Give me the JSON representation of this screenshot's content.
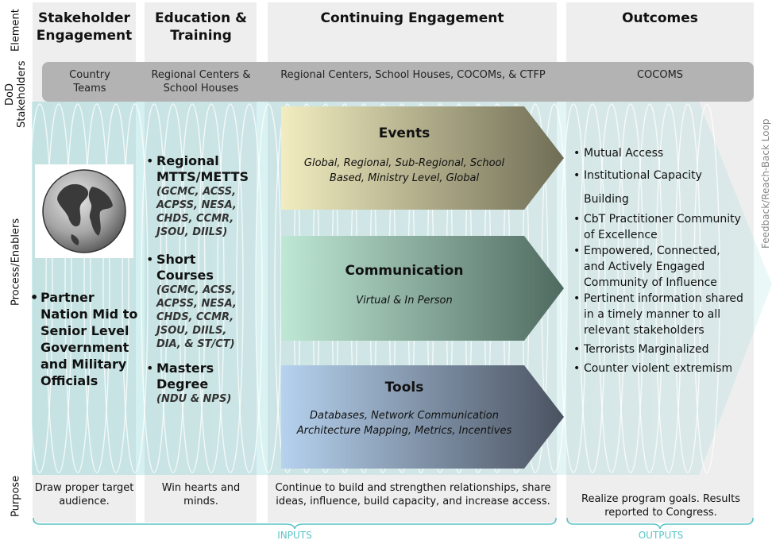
{
  "row_labels": {
    "element": "Element",
    "stakeholders": "DoD Stakeholders",
    "process": "Process/Enablers",
    "purpose": "Purpose"
  },
  "columns": {
    "stakeholder_engagement": "Stakeholder Engagement",
    "education_training": "Education & Training",
    "continuing_engagement": "Continuing Engagement",
    "outcomes": "Outcomes"
  },
  "stakeholders": {
    "col1": "Country Teams",
    "col2": "Regional Centers & School Houses",
    "col3": "Regional Centers, School Houses, COCOMs, & CTFP",
    "col4": "COCOMS"
  },
  "globe_icon": "globe-icon",
  "partner_bullet": "Partner Nation Mid to Senior Level Government and Military Officials",
  "education": [
    {
      "title": "Regional MTTS/METTS",
      "sub": "(GCMC, ACSS, ACPSS, NESA, CHDS, CCMR, JSOU, DIILS)"
    },
    {
      "title": "Short Courses",
      "sub": "(GCMC, ACSS, ACPSS, NESA, CHDS, CCMR, JSOU, DIILS, DIA, & ST/CT)"
    },
    {
      "title": "Masters Degree",
      "sub": "(NDU & NPS)"
    }
  ],
  "engagement": {
    "events": {
      "title": "Events",
      "sub": "Global, Regional, Sub-Regional, School Based, Ministry Level, Global"
    },
    "communication": {
      "title": "Communication",
      "sub": "Virtual & In Person"
    },
    "tools": {
      "title": "Tools",
      "sub": "Databases, Network Communication Architecture Mapping, Metrics, Incentives"
    }
  },
  "outcomes": [
    "Mutual Access",
    "Institutional Capacity Building",
    "CbT Practitioner Community of Excellence",
    "Empowered, Connected, and Actively Engaged Community of Influence",
    "Pertinent information shared in a timely manner to all relevant stakeholders",
    "Terrorists Marginalized",
    "Counter violent extremism"
  ],
  "feedback_label": "Feedback/Reach-Back Loop",
  "purpose": {
    "col1": "Draw proper target audience.",
    "col2": "Win hearts and minds.",
    "col3": "Continue to build and strengthen relationships, share ideas, influence, build capacity, and increase access.",
    "col4": "Realize program goals. Results reported to Congress."
  },
  "brackets": {
    "inputs": "INPUTS",
    "outputs": "OUTPUTS"
  },
  "colors": {
    "column_bg": "#eeeeee",
    "stakeholder_band": "#b3b3b3",
    "teal_accent": "#5bc4c7",
    "events_grad": [
      "#f2edc0",
      "#6f6d55"
    ],
    "communication_grad": [
      "#bfe8d5",
      "#4f6a60"
    ],
    "tools_grad": [
      "#b6d2ef",
      "#4a5260"
    ]
  }
}
